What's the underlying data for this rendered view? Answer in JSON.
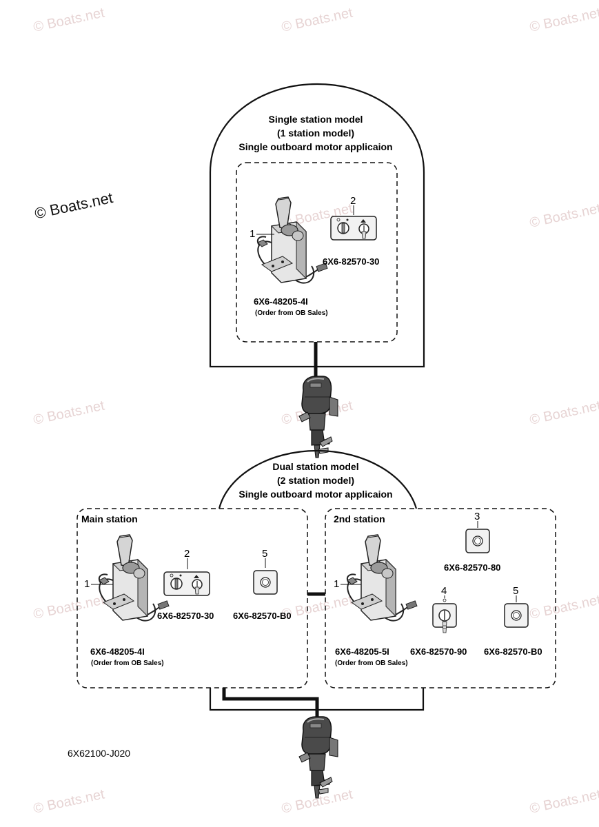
{
  "watermark": {
    "text": "© Boats.net"
  },
  "single_station": {
    "title_lines": [
      "Single station model",
      "(1 station model)",
      "Single outboard motor applicaion"
    ],
    "items": [
      {
        "callout": "1",
        "part_number": "6X6-48205-4I",
        "note": "(Order from OB Sales)"
      },
      {
        "callout": "2",
        "part_number": "6X6-82570-30"
      }
    ]
  },
  "dual_station": {
    "title_lines": [
      "Dual station model",
      "(2 station model)",
      "Single outboard motor applicaion"
    ],
    "main_station": {
      "label": "Main station",
      "items": [
        {
          "callout": "1",
          "part_number": "6X6-48205-4I",
          "note": "(Order from OB Sales)"
        },
        {
          "callout": "2",
          "part_number": "6X6-82570-30"
        },
        {
          "callout": "5",
          "part_number": "6X6-82570-B0"
        }
      ]
    },
    "second_station": {
      "label": "2nd station",
      "items": [
        {
          "callout": "1",
          "part_number": "6X6-48205-5I",
          "note": "(Order from OB Sales)"
        },
        {
          "callout": "3",
          "part_number": "6X6-82570-80"
        },
        {
          "callout": "4",
          "part_number": "6X6-82570-90"
        },
        {
          "callout": "5",
          "part_number": "6X6-82570-B0"
        }
      ]
    }
  },
  "diagram_code": "6X62100-J020"
}
